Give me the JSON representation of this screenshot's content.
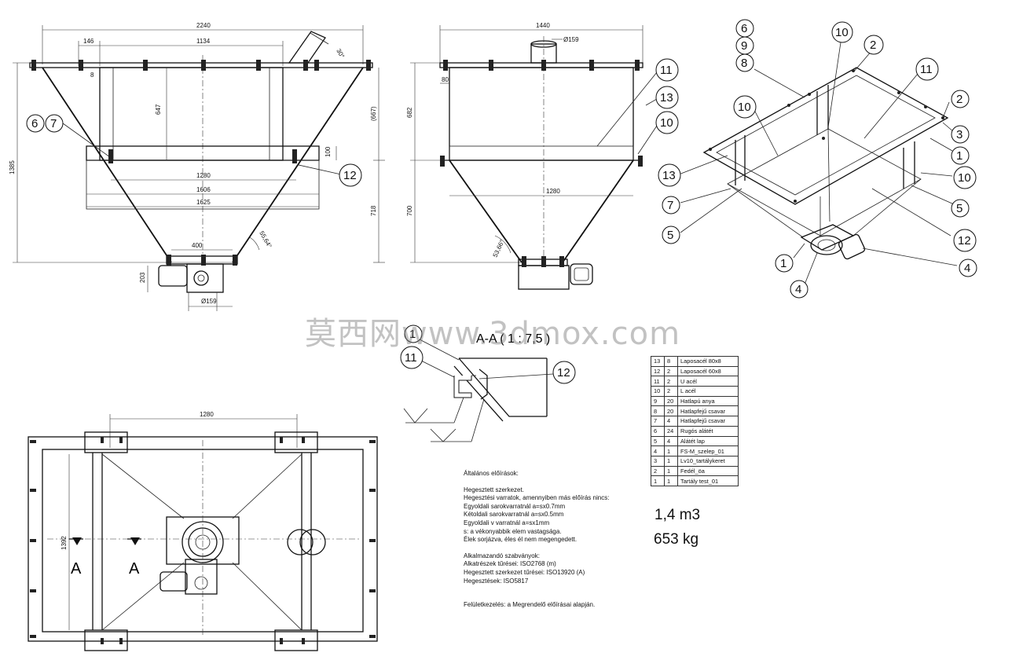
{
  "front_view": {
    "dims": {
      "overall_width": "2240",
      "inner_span": "1134",
      "offset_left": "146",
      "wall": "8",
      "frame_height": "647",
      "angle_top": "30°",
      "height_ref": "(667)",
      "rim_height": "100",
      "total_height": "1385",
      "width_1280": "1280",
      "width_1606": "1606",
      "width_1625": "1625",
      "lower_height": "718",
      "angle_side": "55,64°",
      "outlet_width": "400",
      "motor_height": "203",
      "outlet_dia": "Ø159"
    },
    "callouts": [
      "6",
      "7",
      "12"
    ]
  },
  "side_view": {
    "dims": {
      "overall_width": "1440",
      "inlet_dia": "Ø159",
      "flange": "80",
      "upper_height": "682",
      "lower_height": "700",
      "width_1280": "1280",
      "angle": "53,66°"
    },
    "callouts": [
      "11",
      "13",
      "10"
    ]
  },
  "iso_view": {
    "callouts": [
      "6",
      "9",
      "8",
      "10",
      "2",
      "11",
      "2",
      "3",
      "1",
      "10",
      "13",
      "10",
      "7",
      "5",
      "12",
      "5",
      "1",
      "4",
      "4"
    ]
  },
  "section_view": {
    "title": "A-A ( 1 : 7,5 )",
    "callouts": [
      "1",
      "11",
      "12"
    ]
  },
  "top_view": {
    "dims": {
      "width_1280": "1280",
      "height_1392": "1392"
    },
    "section_marks": [
      "A",
      "A"
    ]
  },
  "parts_list": [
    {
      "no": "13",
      "qty": "8",
      "desc": "Laposacél 80x8"
    },
    {
      "no": "12",
      "qty": "2",
      "desc": "Laposacél 60x8"
    },
    {
      "no": "11",
      "qty": "2",
      "desc": "U acél"
    },
    {
      "no": "10",
      "qty": "2",
      "desc": "L acél"
    },
    {
      "no": "9",
      "qty": "20",
      "desc": "Hatlapú anya"
    },
    {
      "no": "8",
      "qty": "20",
      "desc": "Hatlapfejű csavar"
    },
    {
      "no": "7",
      "qty": "4",
      "desc": "Hatlapfejű csavar"
    },
    {
      "no": "6",
      "qty": "24",
      "desc": "Rugós alátét"
    },
    {
      "no": "5",
      "qty": "4",
      "desc": "Alátét lap"
    },
    {
      "no": "4",
      "qty": "1",
      "desc": "FS-M_szelep_01"
    },
    {
      "no": "3",
      "qty": "1",
      "desc": "Lv10_tartálykeret"
    },
    {
      "no": "2",
      "qty": "1",
      "desc": "Fedél_öa"
    },
    {
      "no": "1",
      "qty": "1",
      "desc": "Tartály test_01"
    }
  ],
  "notes": {
    "general_title": "Általános előírások:",
    "general": [
      "Hegesztett szerkezet.",
      "Hegesztési varratok, amennyiben más előírás nincs:",
      "Egyoldali sarokvarratnál a=sx0.7mm",
      "Kétoldali sarokvarratnál a=sx0.5mm",
      "Egyoldali v varratnál a=sx1mm",
      "s: a vékonyabbik elem vastagsága.",
      "Élek sorjázva, éles él nem megengedett."
    ],
    "standards_title": "Alkalmazandó szabványok:",
    "standards": [
      "Alkatrészek tűrései: ISO2768 (m)",
      "Hegesztett szerkezet tűrései: ISO13920 (A)",
      "Hegesztések: ISO5817"
    ],
    "surface": "Felületkezelés: a Megrendelő előírásai alapján."
  },
  "summary": {
    "volume": "1,4 m3",
    "mass": "653 kg"
  },
  "watermark": "莫西网www.3dmox.com"
}
